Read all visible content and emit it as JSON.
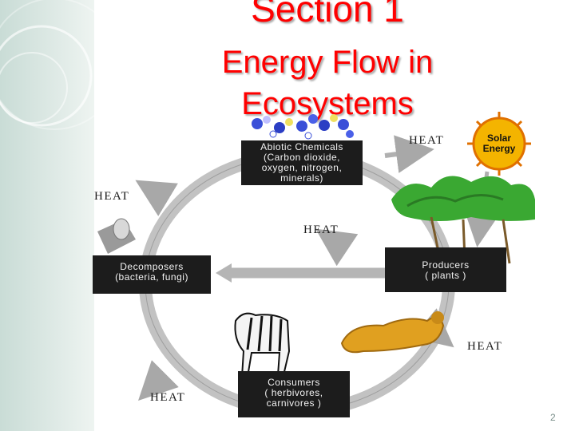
{
  "title": {
    "line1": "Section 1",
    "line2": "Energy Flow in",
    "line3": "Ecosystems"
  },
  "diagram": {
    "abiotic": {
      "l1": "Abiotic Chemicals",
      "l2": "(Carbon dioxide,",
      "l3": "oxygen, nitrogen,",
      "l4": "minerals)"
    },
    "producers": {
      "l1": "Producers",
      "l2": "( plants )"
    },
    "consumers": {
      "l1": "Consumers",
      "l2": "( herbivores,",
      "l3": "carnivores )"
    },
    "decomposers": {
      "l1": "Decomposers",
      "l2": "(bacteria, fungi)"
    },
    "solar": {
      "l1": "Solar",
      "l2": "Energy"
    },
    "heat_labels": [
      "HEAT",
      "HEAT",
      "HEAT",
      "HEAT",
      "HEAT"
    ]
  },
  "page_number": "2",
  "colors": {
    "title": "#ff0000",
    "box": "#1c1c1c",
    "cycle": "#b8b8b8"
  }
}
